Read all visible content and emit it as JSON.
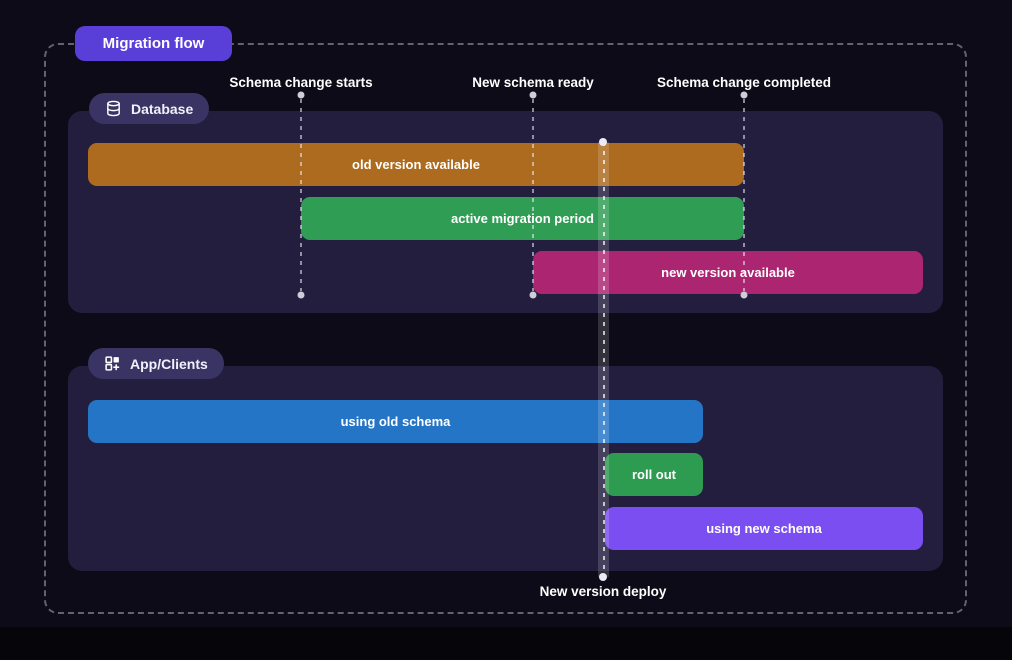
{
  "page": {
    "background": "#0d0b17",
    "panel_color": "#231d3e",
    "pill_color": "#3a3464"
  },
  "badge": {
    "label": "Migration flow",
    "color": "#5a3ed8"
  },
  "timeline": {
    "markers": [
      {
        "label": "Schema change starts"
      },
      {
        "label": "New schema ready"
      },
      {
        "label": "Schema change completed"
      }
    ],
    "deploy": {
      "label": "New version deploy"
    }
  },
  "sections": {
    "database": {
      "label": "Database",
      "icon": "database-icon",
      "bars": {
        "old": {
          "label": "old version available",
          "color": "#ac6b1e"
        },
        "active": {
          "label": "active migration period",
          "color": "#2f9e54"
        },
        "new": {
          "label": "new version available",
          "color": "#ab2570"
        }
      }
    },
    "app": {
      "label": "App/Clients",
      "icon": "apps-add-icon",
      "bars": {
        "using_old": {
          "label": "using old schema",
          "color": "#2575c6"
        },
        "rollout": {
          "label": "roll out",
          "color": "#2d9b50"
        },
        "using_new": {
          "label": "using new schema",
          "color": "#7a4ef0"
        }
      }
    }
  }
}
